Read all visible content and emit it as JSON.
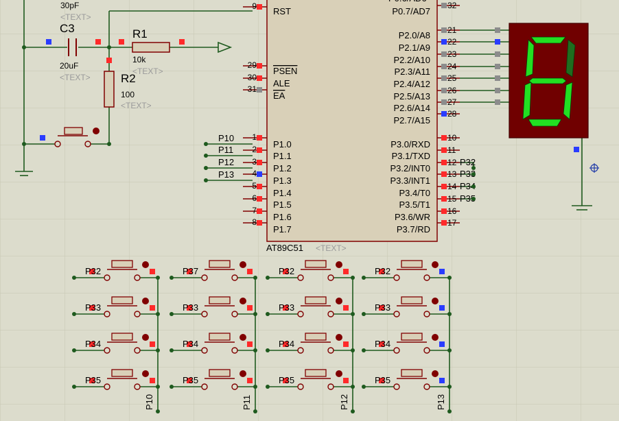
{
  "colors": {
    "background": "#dcdccc",
    "grid": "#c8c8b4",
    "wire": "#1e5a1e",
    "component": "#800000",
    "chip_fill": "#d9d0b8",
    "pin_logic_high": "#ff2a2a",
    "pin_logic_low": "#2a3cff",
    "pin_floating": "#8c8c8c",
    "segment_on": "#22e022",
    "segment_off": "#1f6e1f",
    "display_body": "#700000"
  },
  "mcu": {
    "name": "AT89C51",
    "text_placeholder": "<TEXT>",
    "left_pins": [
      {
        "num": "9",
        "label": "RST"
      },
      {
        "num": "29",
        "label": "PSEN"
      },
      {
        "num": "30",
        "label": "ALE"
      },
      {
        "num": "31",
        "label": "EA"
      },
      {
        "num": "1",
        "label": "P1.0"
      },
      {
        "num": "2",
        "label": "P1.1"
      },
      {
        "num": "3",
        "label": "P1.2"
      },
      {
        "num": "4",
        "label": "P1.3"
      },
      {
        "num": "5",
        "label": "P1.4"
      },
      {
        "num": "6",
        "label": "P1.5"
      },
      {
        "num": "7",
        "label": "P1.6"
      },
      {
        "num": "8",
        "label": "P1.7"
      }
    ],
    "right_top_pins": [
      {
        "num": "32",
        "label": "P0.7/AD7"
      },
      {
        "num": "21",
        "label": "P2.0/A8"
      },
      {
        "num": "22",
        "label": "P2.1/A9"
      },
      {
        "num": "23",
        "label": "P2.2/A10"
      },
      {
        "num": "24",
        "label": "P2.3/A11"
      },
      {
        "num": "25",
        "label": "P2.4/A12"
      },
      {
        "num": "26",
        "label": "P2.5/A13"
      },
      {
        "num": "27",
        "label": "P2.6/A14"
      },
      {
        "num": "28",
        "label": "P2.7/A15"
      }
    ],
    "right_p3_pins": [
      {
        "num": "10",
        "label": "P3.0/RXD"
      },
      {
        "num": "11",
        "label": "P3.1/TXD"
      },
      {
        "num": "12",
        "label": "P3.2/INT0"
      },
      {
        "num": "13",
        "label": "P3.3/INT1"
      },
      {
        "num": "14",
        "label": "P3.4/T0"
      },
      {
        "num": "15",
        "label": "P3.5/T1"
      },
      {
        "num": "16",
        "label": "P3.6/WR"
      },
      {
        "num": "17",
        "label": "P3.7/RD"
      }
    ]
  },
  "components": {
    "c_top_value": "30pF",
    "c_top_text": "<TEXT>",
    "c3_ref": "C3",
    "c3_value": "20uF",
    "c3_text": "<TEXT>",
    "r1_ref": "R1",
    "r1_value": "10k",
    "r1_text": "<TEXT>",
    "r2_ref": "R2",
    "r2_value": "100",
    "r2_text": "<TEXT>"
  },
  "net_labels": {
    "p1_left": [
      "P10",
      "P11",
      "P12",
      "P13"
    ],
    "p3_right": [
      "P32",
      "P33",
      "P34",
      "P35"
    ],
    "keypad_rows": [
      [
        "P32",
        "P37",
        "P32",
        "P32"
      ],
      [
        "P33",
        "P33",
        "P33",
        "P33"
      ],
      [
        "P34",
        "P34",
        "P34",
        "P34"
      ],
      [
        "P35",
        "P35",
        "P35",
        "P35"
      ]
    ],
    "keypad_cols": [
      "P10",
      "P11",
      "P12",
      "P13"
    ]
  },
  "display": {
    "digit_shown": "6"
  }
}
